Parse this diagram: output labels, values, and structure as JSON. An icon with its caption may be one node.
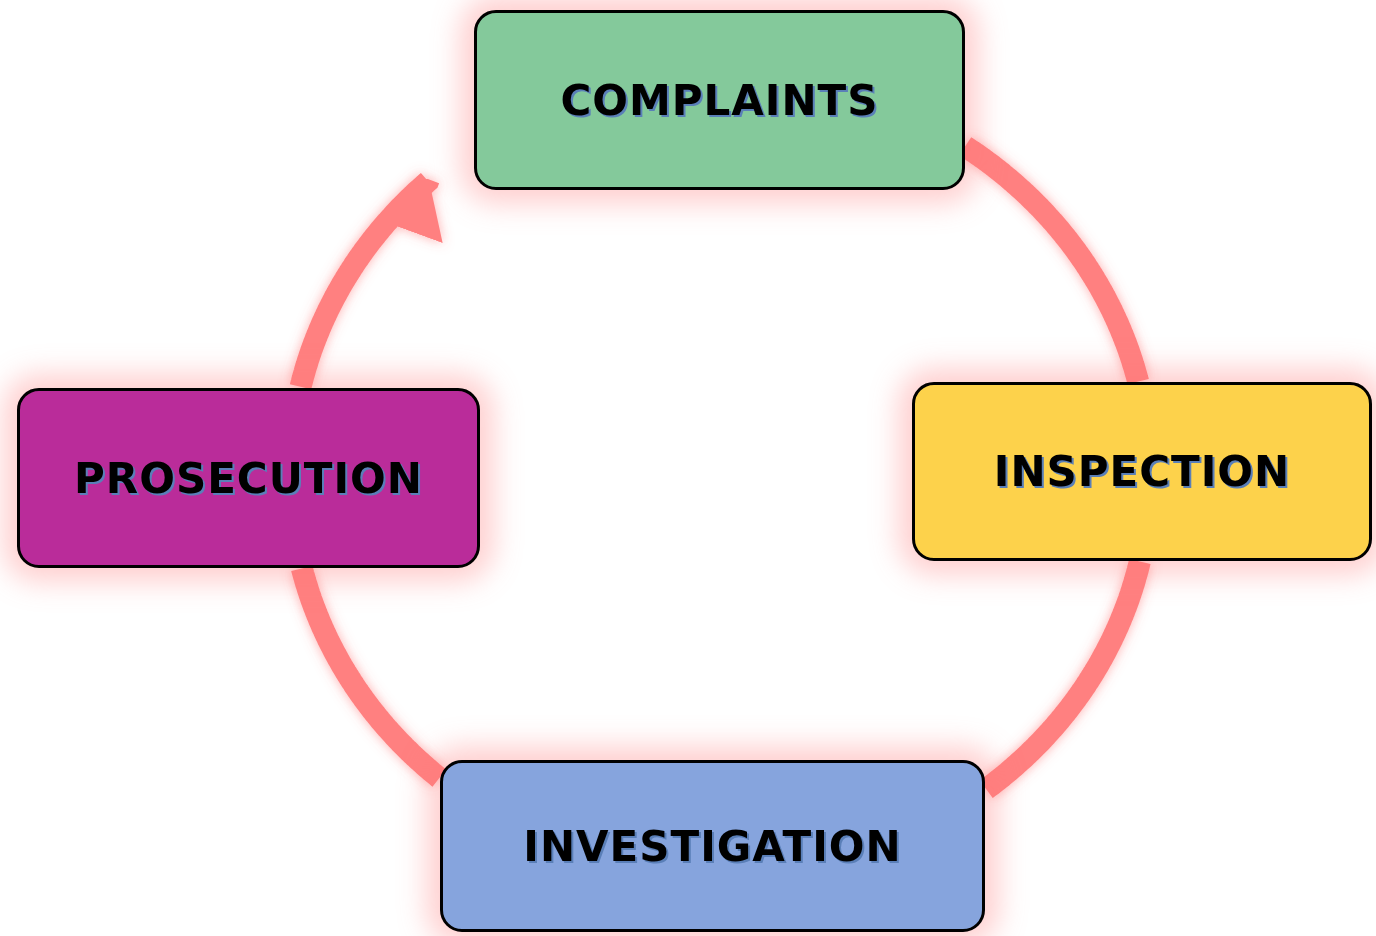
{
  "diagram": {
    "nodes": [
      {
        "text": [
          "COMPLAINTS"
        ]
      },
      {
        "text": [
          "INSPECTION"
        ]
      },
      {
        "text": [
          "INVESTIGATION"
        ]
      },
      {
        "text": [
          "PROSECUTION"
        ]
      }
    ],
    "edges": [
      {
        "from": 0,
        "to": 1,
        "arrow": "none"
      },
      {
        "from": 1,
        "to": 2,
        "arrow": "none"
      },
      {
        "from": 2,
        "to": 3,
        "arrow": "none"
      },
      {
        "from": 3,
        "to": 0,
        "arrow": "to"
      }
    ]
  }
}
